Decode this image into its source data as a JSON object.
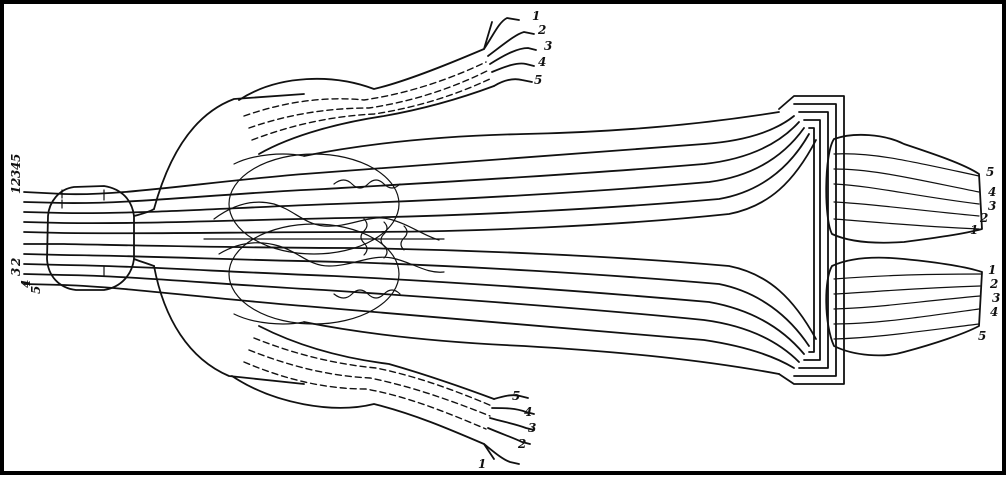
{
  "colors": {
    "ink": "#111111",
    "paper": "#ffffff",
    "frame": "#000000"
  },
  "labels": {
    "right_hand": [
      "1",
      "2",
      "3",
      "4",
      "5"
    ],
    "left_hand": [
      "5",
      "4",
      "3",
      "2",
      "1"
    ],
    "head_top": [
      "1",
      "2",
      "3",
      "4",
      "5"
    ],
    "head_bottom": [
      "3",
      "2",
      "4",
      "5"
    ],
    "right_foot": [
      "5",
      "4",
      "3",
      "2",
      "1"
    ],
    "left_foot": [
      "1",
      "2",
      "3",
      "4",
      "5"
    ]
  }
}
